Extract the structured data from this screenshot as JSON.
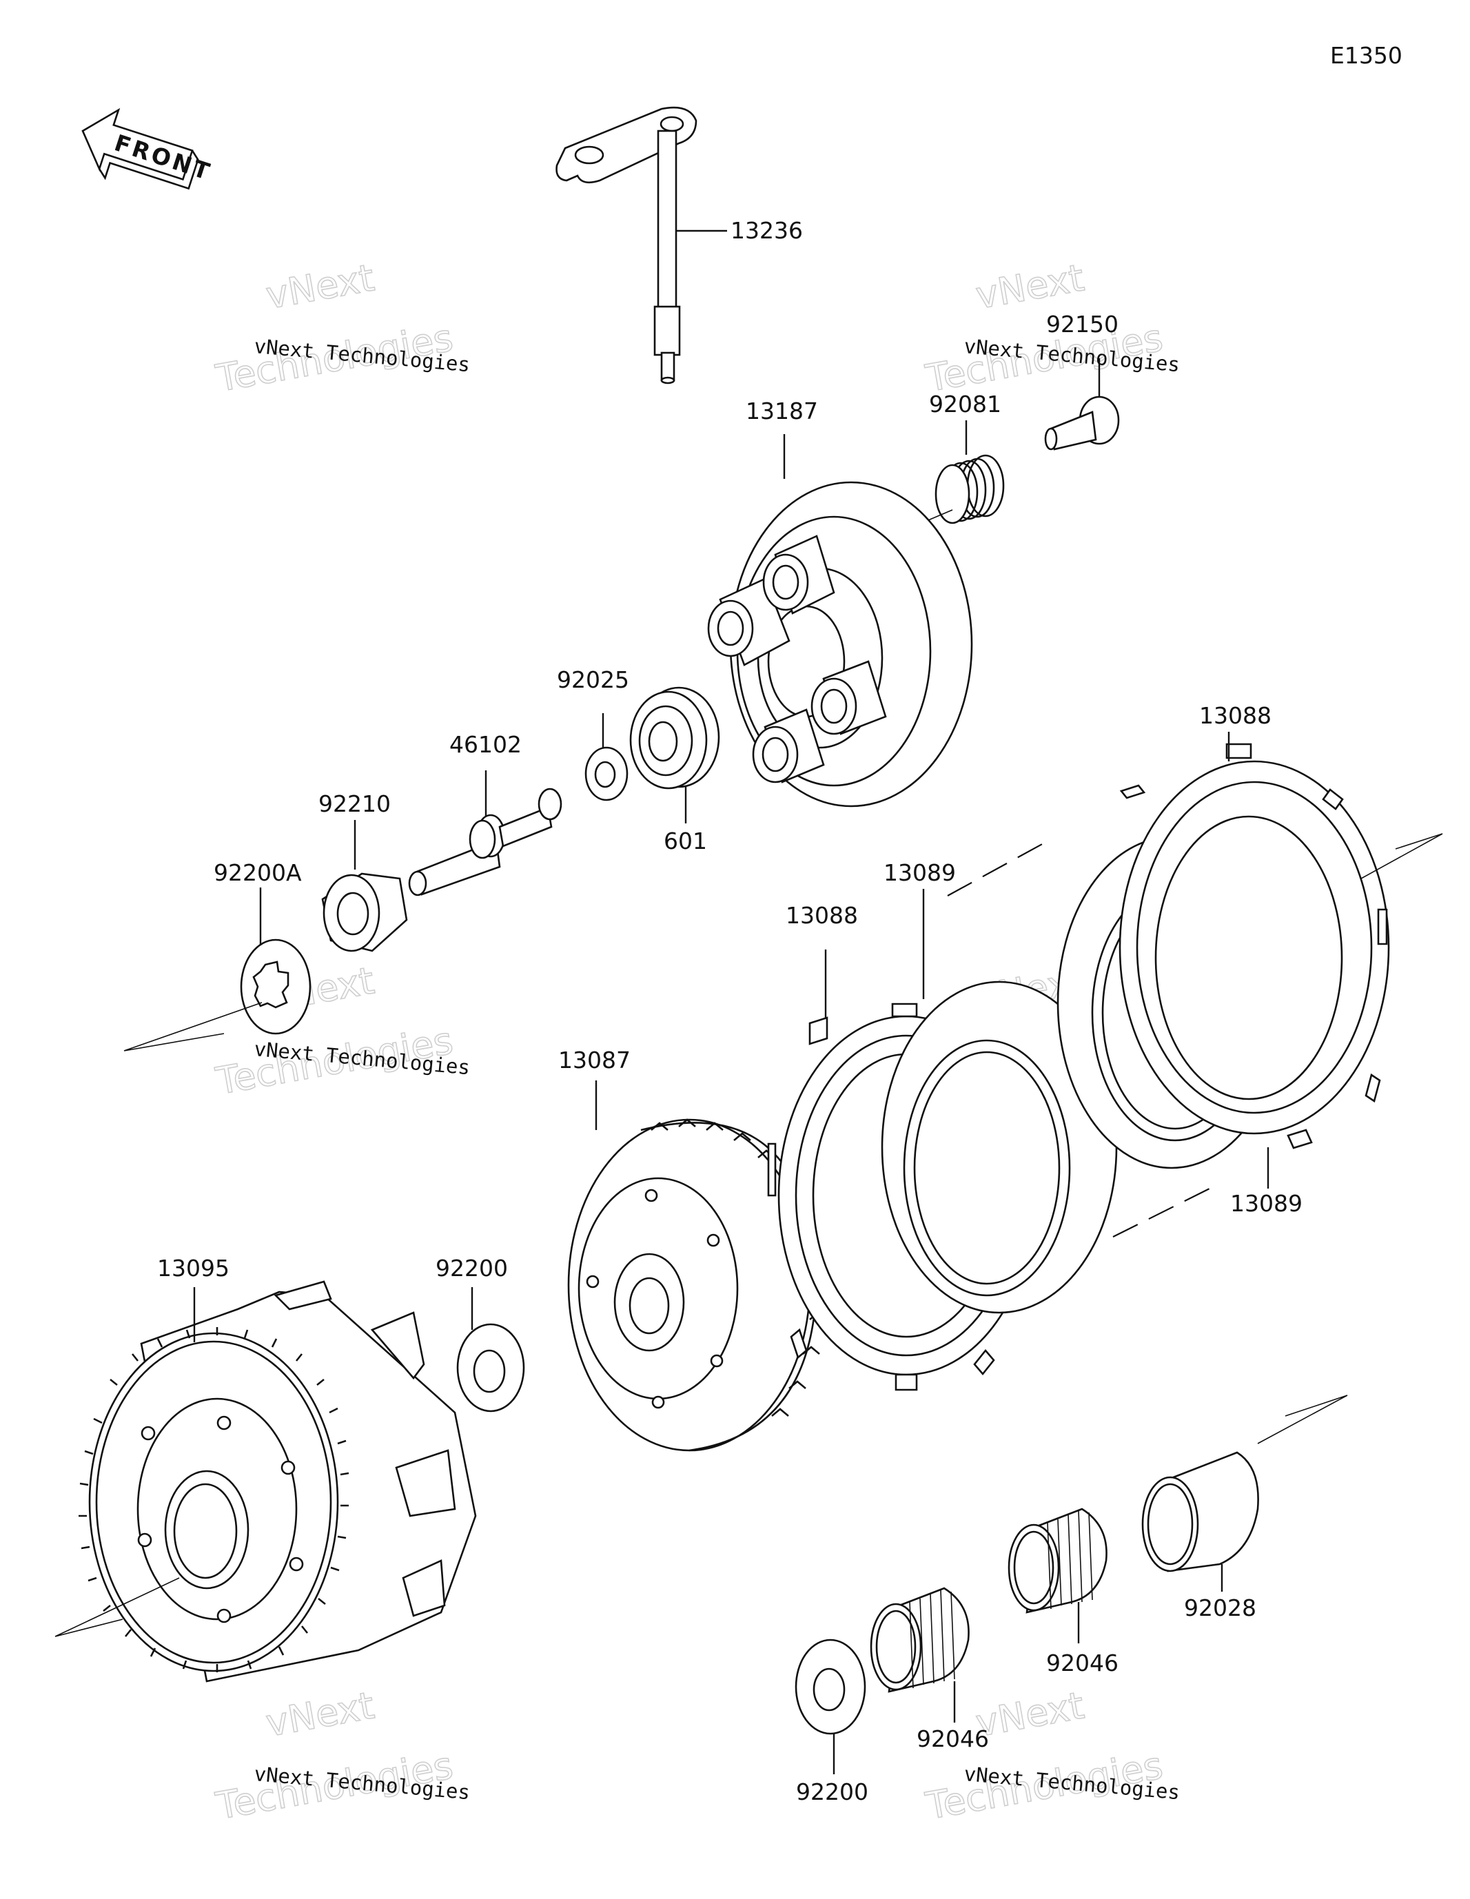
{
  "diagram": {
    "code": "E1350",
    "front_label": "FRONT",
    "watermark": {
      "line1": "vNext",
      "line2": "Technologies",
      "small": "vNext Technologies"
    },
    "parts": {
      "p13236": "13236",
      "p92150": "92150",
      "p92081": "92081",
      "p13187": "13187",
      "p92025": "92025",
      "p46102": "46102",
      "p92210": "92210",
      "p92200A": "92200A",
      "p601": "601",
      "p13088_top": "13088",
      "p13089_mid": "13089",
      "p13088_mid": "13088",
      "p13089_right": "13089",
      "p13087": "13087",
      "p13095": "13095",
      "p92200_mid": "92200",
      "p92028": "92028",
      "p92046_right": "92046",
      "p92046_bottom": "92046",
      "p92200_bottom": "92200"
    }
  }
}
